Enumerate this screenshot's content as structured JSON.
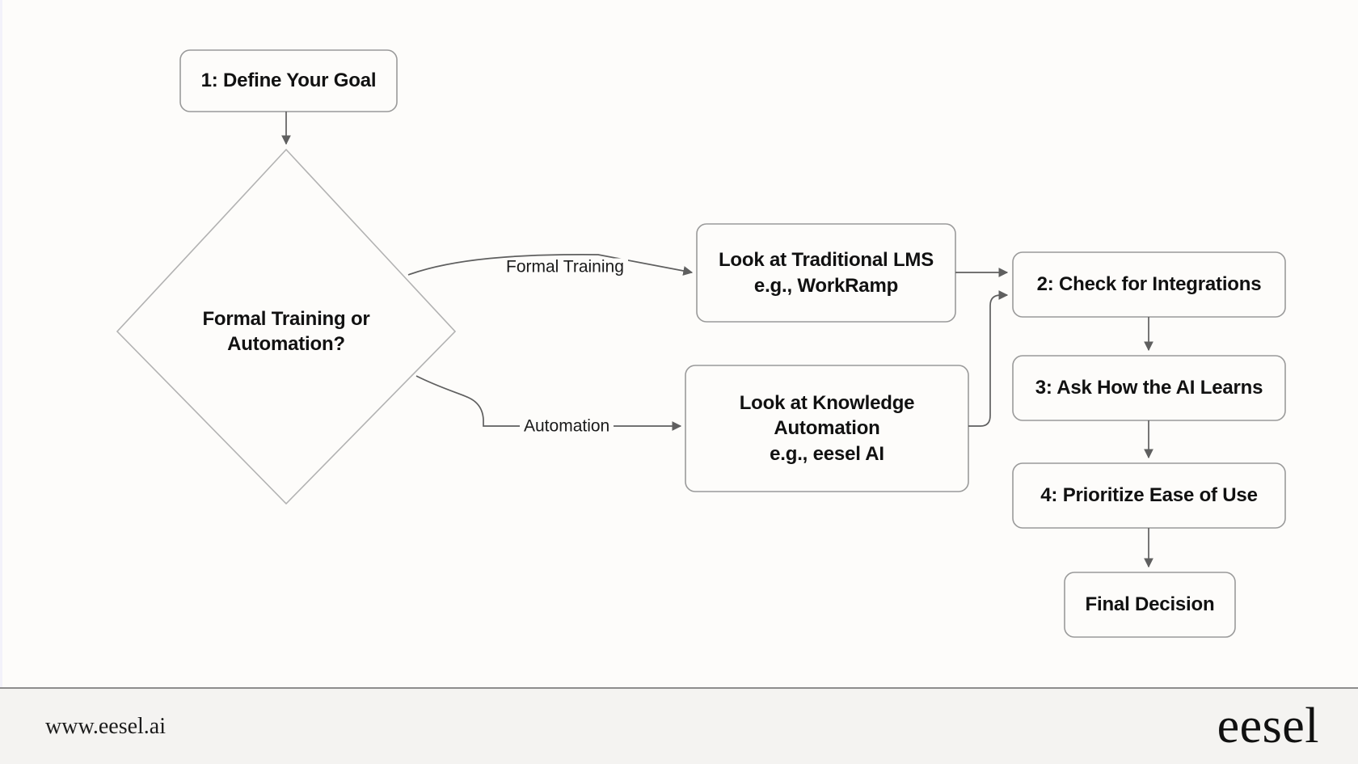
{
  "diagram": {
    "type": "flowchart",
    "background_color": "#fdfcfa",
    "node_border_color": "#9a9a9a",
    "node_fill_color": "#fdfcfa",
    "edge_color": "#5a5a5a",
    "text_color": "#111111",
    "nodes": [
      {
        "id": "n1",
        "shape": "rounded-rect",
        "label": "1: Define Your Goal"
      },
      {
        "id": "n2",
        "shape": "diamond",
        "label_line1": "Formal Training or",
        "label_line2": "Automation?"
      },
      {
        "id": "n3",
        "shape": "rounded-rect",
        "label_line1": "Look at Traditional LMS",
        "label_line2": "e.g., WorkRamp"
      },
      {
        "id": "n4",
        "shape": "rounded-rect",
        "label_line1": "Look at Knowledge",
        "label_line2": "Automation",
        "label_line3": "e.g., eesel AI"
      },
      {
        "id": "n5",
        "shape": "rounded-rect",
        "label": "2: Check for Integrations"
      },
      {
        "id": "n6",
        "shape": "rounded-rect",
        "label": "3: Ask How the AI Learns"
      },
      {
        "id": "n7",
        "shape": "rounded-rect",
        "label": "4: Prioritize Ease of Use"
      },
      {
        "id": "n8",
        "shape": "rounded-rect",
        "label": "Final Decision"
      }
    ],
    "edges": [
      {
        "from": "n1",
        "to": "n2",
        "label": ""
      },
      {
        "from": "n2",
        "to": "n3",
        "label": "Formal Training"
      },
      {
        "from": "n2",
        "to": "n4",
        "label": "Automation"
      },
      {
        "from": "n3",
        "to": "n5",
        "label": ""
      },
      {
        "from": "n4",
        "to": "n5",
        "label": ""
      },
      {
        "from": "n5",
        "to": "n6",
        "label": ""
      },
      {
        "from": "n6",
        "to": "n7",
        "label": ""
      },
      {
        "from": "n7",
        "to": "n8",
        "label": ""
      }
    ]
  },
  "footer": {
    "site": "www.eesel.ai",
    "brand": "eesel"
  }
}
